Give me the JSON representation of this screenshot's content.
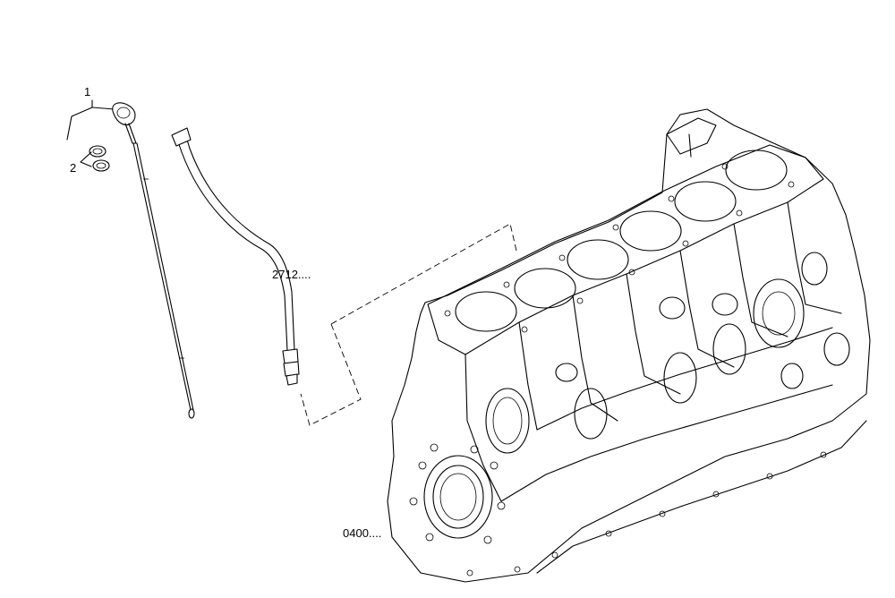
{
  "callouts": {
    "dipstick": "1",
    "seal_rings": "2",
    "guide_tube_ref": "2712....",
    "engine_block_ref": "0400...."
  }
}
